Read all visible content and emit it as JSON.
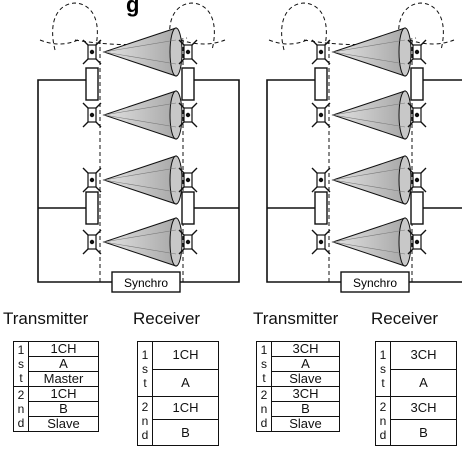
{
  "header": {
    "partial_title": "g"
  },
  "diagram": {
    "units": [
      {
        "synchro_label": "Synchro"
      },
      {
        "synchro_label": "Synchro"
      }
    ]
  },
  "tables": [
    {
      "title": "Transmitter",
      "first": {
        "ordinal": [
          "1",
          "s",
          "t"
        ],
        "rows": [
          "1CH",
          "A",
          "Master"
        ]
      },
      "second": {
        "ordinal": [
          "2",
          "n",
          "d"
        ],
        "rows": [
          "1CH",
          "B",
          "Slave"
        ]
      }
    },
    {
      "title": "Receiver",
      "first": {
        "ordinal": [
          "1",
          "s",
          "t"
        ],
        "rows": [
          "1CH",
          "A"
        ]
      },
      "second": {
        "ordinal": [
          "2",
          "n",
          "d"
        ],
        "rows": [
          "1CH",
          "B"
        ]
      }
    },
    {
      "title": "Transmitter",
      "first": {
        "ordinal": [
          "1",
          "s",
          "t"
        ],
        "rows": [
          "3CH",
          "A",
          "Slave"
        ]
      },
      "second": {
        "ordinal": [
          "2",
          "n",
          "d"
        ],
        "rows": [
          "3CH",
          "B",
          "Slave"
        ]
      }
    },
    {
      "title": "Receiver",
      "first": {
        "ordinal": [
          "1",
          "s",
          "t"
        ],
        "rows": [
          "3CH",
          "A"
        ]
      },
      "second": {
        "ordinal": [
          "2",
          "n",
          "d"
        ],
        "rows": [
          "3CH",
          "B"
        ]
      }
    }
  ]
}
